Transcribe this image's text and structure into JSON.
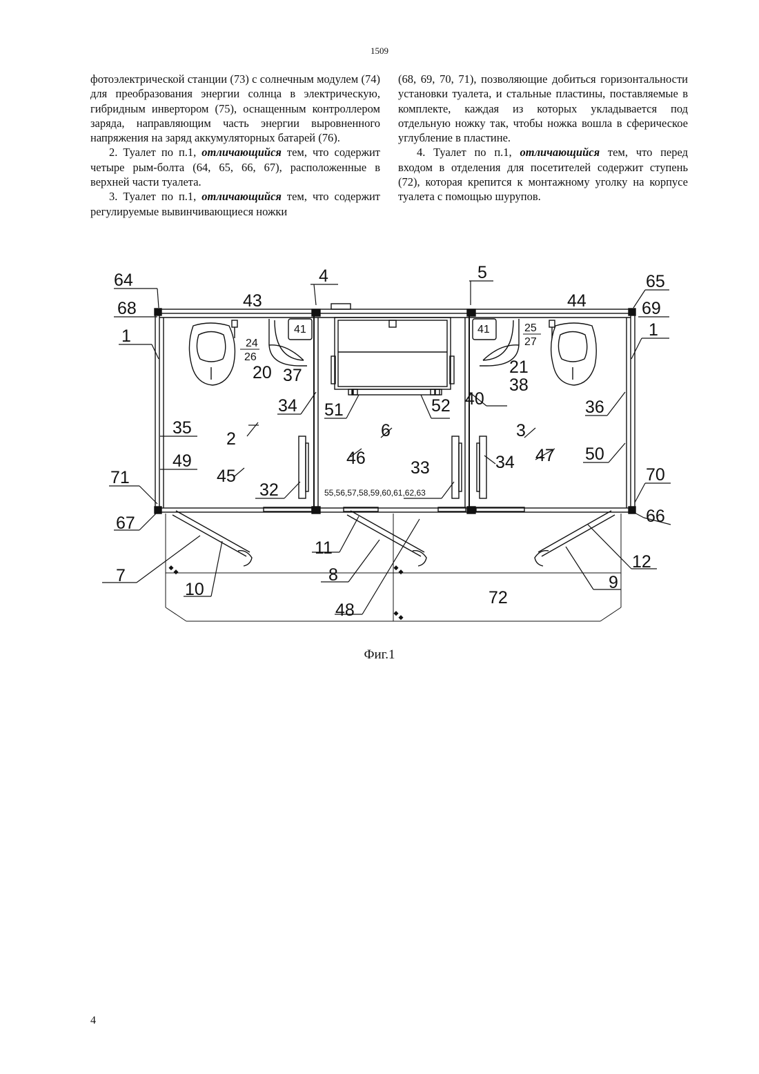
{
  "header": {
    "page_code": "1509"
  },
  "text": {
    "left": {
      "p1": "фотоэлектрической станции (73) с солнечным модулем (74) для преобразования энергии солнца в электрическую, гибридным инвертором (75), оснащенным контроллером заряда, направляющим часть энергии выровненного напряжения на заряд аккумуляторных батарей (76).",
      "p2_a": "2. Туалет по п.1, ",
      "p2_em": "отличающийся",
      "p2_b": " тем, что содержит четыре рым-болта (64, 65, 66, 67), расположенные в верхней части туалета.",
      "p3_a": "3. Туалет по п.1, ",
      "p3_em": "отличающийся",
      "p3_b": " тем, что содержит регулируемые вывинчивающиеся ножки"
    },
    "right": {
      "p1": "(68, 69, 70, 71), позволяющие добиться горизонтальности установки туалета, и стальные пластины, поставляемые в комплекте, каждая из которых укладывается под отдельную ножку так, чтобы ножка вошла в сферическое углубление в пластине.",
      "p2_a": "4. Туалет по п.1, ",
      "p2_em": "отличающийся",
      "p2_b": " тем, что перед входом в отделения для посетителей содержит ступень (72), которая крепится к монтажному уголку на корпусе туалета с помощью шурупов."
    }
  },
  "figure": {
    "labels": {
      "l64": "64",
      "l68": "68",
      "l43": "43",
      "l4": "4",
      "l5": "5",
      "l44": "44",
      "l65": "65",
      "l69": "69",
      "l1a": "1",
      "l1b": "1",
      "l41a": "41",
      "l41b": "41",
      "l24_26_top": "24",
      "l24_26_bot": "26",
      "l25_27_top": "25",
      "l25_27_bot": "27",
      "l20": "20",
      "l37": "37",
      "l21": "21",
      "l38": "38",
      "l34a": "34",
      "l34b": "34",
      "l51": "51",
      "l52": "52",
      "l40": "40",
      "l36": "36",
      "l35": "35",
      "l2": "2",
      "l6": "6",
      "l3": "3",
      "l49": "49",
      "l45": "45",
      "l46": "46",
      "l33": "33",
      "l47": "47",
      "l50": "50",
      "l71": "71",
      "l70": "70",
      "l32": "32",
      "l5563": "55,56,57,58,59,60,61,62,63",
      "l67": "67",
      "l66": "66",
      "l11": "11",
      "l7": "7",
      "l8": "8",
      "l12": "12",
      "l10": "10",
      "l9": "9",
      "l72": "72",
      "l48": "48"
    },
    "caption": "Фиг.1"
  },
  "footer": {
    "page_number": "4"
  }
}
